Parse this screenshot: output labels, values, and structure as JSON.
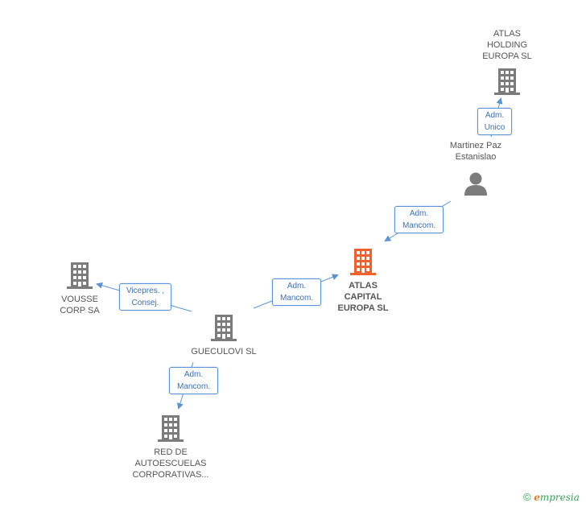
{
  "nodes": {
    "atlas_holding": {
      "label": "ATLAS\nHOLDING\nEUROPA SL"
    },
    "martinez": {
      "label": "Martinez Paz\nEstanislao"
    },
    "atlas_capital": {
      "label": "ATLAS\nCAPITAL\nEUROPA SL"
    },
    "vousse": {
      "label": "VOUSSE\nCORP SA"
    },
    "gueculovi": {
      "label": "GUECULOVI SL"
    },
    "red": {
      "label": "RED DE\nAUTOESCUELAS\nCORPORATIVAS..."
    }
  },
  "edges": {
    "e1": {
      "label": "Adm.\nUnico"
    },
    "e2": {
      "label": "Adm.\nMancom."
    },
    "e3": {
      "label": "Adm.\nMancom."
    },
    "e4": {
      "label": "Vicepres. ,\nConsej."
    },
    "e5": {
      "label": "Adm.\nMancom."
    }
  },
  "footer": {
    "copyright": "©",
    "brand_initial": "e",
    "brand_rest": "mpresia"
  },
  "colors": {
    "company": "#7b7b7b",
    "focus": "#f0612e",
    "person": "#7b7b7b",
    "edge": "#5b93d6"
  }
}
